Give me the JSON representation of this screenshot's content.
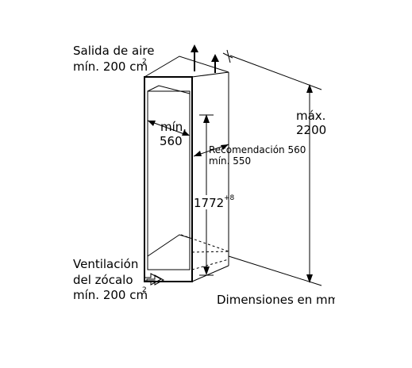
{
  "labels": {
    "air_outlet_line1": "Salida de aire",
    "air_outlet_line2": "mín. 200 cm",
    "air_outlet_sup": "2",
    "min_width_line1": "mín.",
    "min_width_line2": "560",
    "recommendation_line1": "Recomendación 560",
    "recommendation_line2": "mín. 550",
    "height_value": "1772",
    "height_tolerance": "+8",
    "max_line1": "máx.",
    "max_line2": "2200",
    "plinth_line1": "Ventilación",
    "plinth_line2": "del zócalo",
    "plinth_line3": "mín. 200 cm",
    "plinth_sup": "2",
    "dimensions_note": "Dimensiones en mm"
  },
  "colors": {
    "line": "#000000",
    "background": "#ffffff"
  }
}
